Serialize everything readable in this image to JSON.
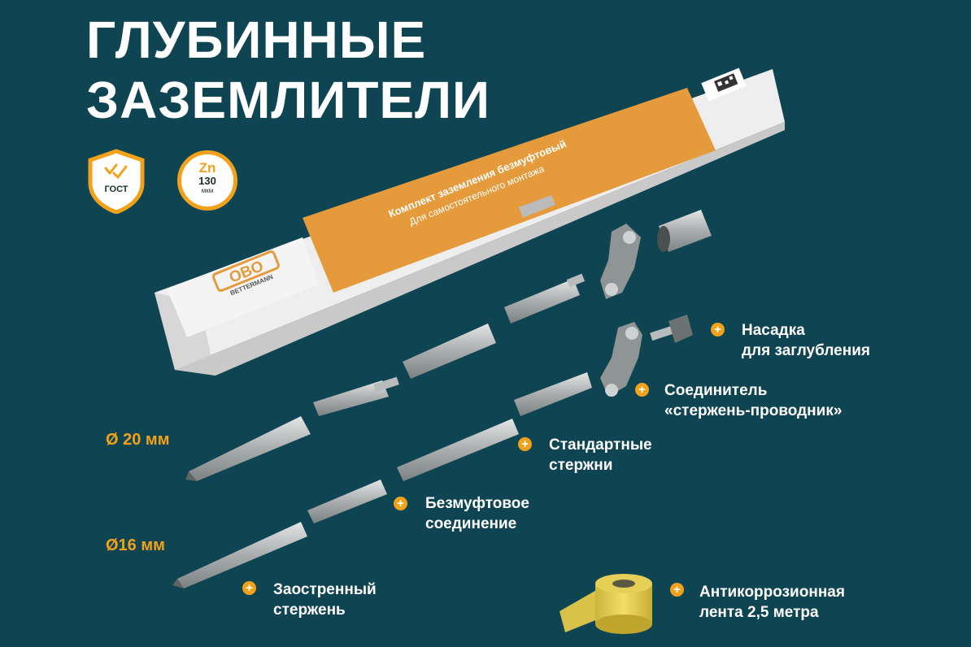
{
  "title": {
    "line1": "ГЛУБИННЫЕ",
    "line2": "ЗАЗЕМЛИТЕЛИ"
  },
  "badges": {
    "gost": {
      "icon": "gost-shield-icon",
      "text": "ГОСТ"
    },
    "zinc": {
      "symbol": "Zn",
      "value": "130",
      "unit": "мкм"
    }
  },
  "box": {
    "brand_logo": "OBO",
    "brand_sub": "BETTERMANN",
    "title": "Комплект заземления безмуфтовый",
    "subtitle": "Для самостоятельного монтажа"
  },
  "diameters": {
    "large": "Ø 20 мм",
    "small": "Ø16 мм"
  },
  "callouts": {
    "tip": {
      "line1": "Насадка",
      "line2": "для заглубления"
    },
    "connector": {
      "line1": "Соединитель",
      "line2": "«стержень-проводник»"
    },
    "standard": {
      "line1": "Стандартные",
      "line2": "стержни"
    },
    "coupling": {
      "line1": "Безмуфтовое",
      "line2": "соединение"
    },
    "pointed": {
      "line1": "Заостренный",
      "line2": "стержень"
    },
    "tape": {
      "line1": "Антикоррозионная",
      "line2": "лента 2,5 метра"
    }
  },
  "colors": {
    "background": "#0f4452",
    "accent": "#f2a21a",
    "text": "#ffffff"
  }
}
